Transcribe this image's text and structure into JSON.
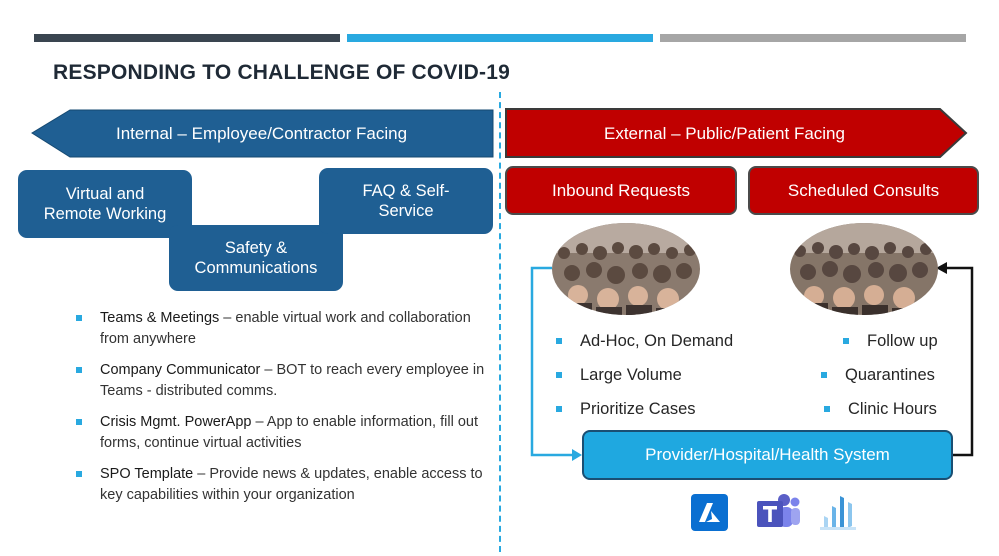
{
  "title": "RESPONDING TO CHALLENGE OF COVID-19",
  "colors": {
    "bar1": "#3a4550",
    "bar2": "#29a9e0",
    "bar3": "#a6a6a6",
    "internal": "#1f5f93",
    "external": "#c00000",
    "provider": "#1fa8e0",
    "bullet": "#29a9e0"
  },
  "internal": {
    "header": "Internal – Employee/Contractor Facing",
    "boxes": {
      "virtual": "Virtual and Remote Working",
      "safety": "Safety & Communications",
      "faq": "FAQ & Self-Service"
    },
    "bullets": [
      {
        "name": "Teams & Meetings",
        "desc": " – enable virtual work and collaboration from anywhere"
      },
      {
        "name": "Company Communicator",
        "desc": " – BOT to reach every employee in Teams - distributed comms."
      },
      {
        "name": "Crisis Mgmt. PowerApp",
        "desc": " – App to enable information, fill out forms, continue virtual activities"
      },
      {
        "name": "SPO Template",
        "desc": " – Provide news & updates, enable access to key capabilities within your organization"
      }
    ]
  },
  "external": {
    "header": "External – Public/Patient Facing",
    "inbound": "Inbound Requests",
    "scheduled": "Scheduled Consults",
    "left_bullets": [
      "Ad-Hoc, On Demand",
      "Large Volume",
      "Prioritize Cases"
    ],
    "right_bullets": [
      "Follow up",
      "Quarantines",
      "Clinic Hours"
    ],
    "provider": "Provider/Hospital/Health System"
  },
  "logos": [
    "azure-logo",
    "teams-logo",
    "dynamics-logo"
  ]
}
